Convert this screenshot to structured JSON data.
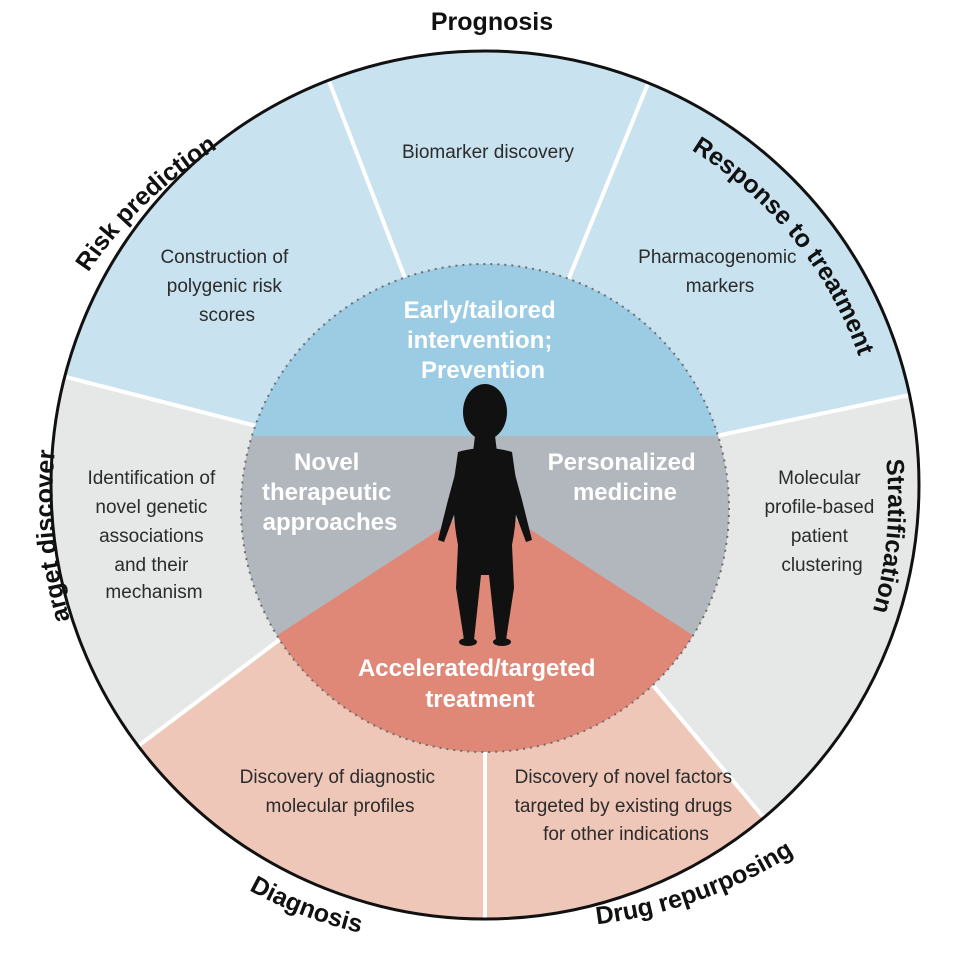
{
  "colors": {
    "blue_outer": "#c9e2ef",
    "gray_outer": "#e6e7e7",
    "salmon_outer": "#efc7b8",
    "blue_inner": "#9ccbe4",
    "gray_inner": "#b1b7bd",
    "salmon_inner": "#df8878",
    "ring_outline": "#111111",
    "figure": "#111111"
  },
  "outer_labels": {
    "prognosis": "Prognosis",
    "response": "Response to treatment",
    "stratification": "Stratification",
    "drug_repurposing": "Drug repurposing",
    "diagnosis": "Diagnosis",
    "target_discovery": "Target discovery",
    "risk_prediction": "Risk prediction"
  },
  "segments": {
    "prognosis": [
      "Biomarker discovery"
    ],
    "response": [
      "Pharmacogenomic",
      "markers"
    ],
    "stratification": [
      "Molecular",
      "profile-based",
      "patient",
      "clustering"
    ],
    "drug_repurposing": [
      "Discovery of novel factors",
      "targeted by existing drugs",
      "for other indications"
    ],
    "diagnosis": [
      "Discovery of diagnostic",
      "molecular profiles"
    ],
    "target_discovery": [
      "Identification of",
      "novel genetic",
      "associations",
      "and their",
      "mechanism"
    ],
    "risk_prediction": [
      "Construction of",
      "polygenic risk",
      "scores"
    ]
  },
  "center": {
    "top": [
      "Early/tailored",
      "intervention;",
      "Prevention"
    ],
    "left": [
      "Novel",
      "therapeutic",
      "approaches"
    ],
    "right": [
      "Personalized",
      "medicine"
    ],
    "bottom": [
      "Accelerated/targeted",
      "treatment"
    ]
  },
  "figure_icon": "human-silhouette-icon"
}
